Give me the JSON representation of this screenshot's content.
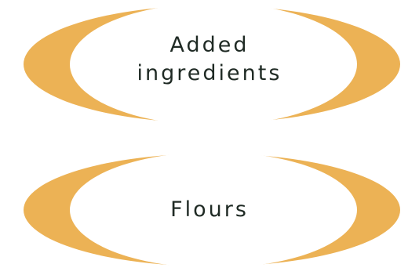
{
  "diagram": {
    "accent_color": "#ecb255",
    "fill_color": "#ffffff",
    "nodes": [
      {
        "label_line1": "Added",
        "label_line2": "ingredients"
      },
      {
        "label_line1": "Flours"
      }
    ]
  }
}
